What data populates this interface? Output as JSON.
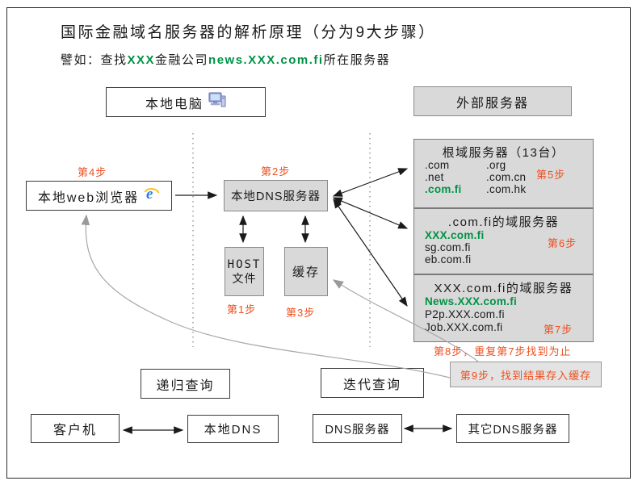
{
  "colors": {
    "accent_orange": "#ee4f1f",
    "accent_green": "#009245",
    "box_gray": "#d9d9d9"
  },
  "header": {
    "title": "国际金融域名服务器的解析原理（分为9大步骤）",
    "subtitle_prefix": "譬如：查找",
    "subtitle_highlight1": "XXX",
    "subtitle_middle": "金融公司",
    "subtitle_highlight2": "news.XXX.com.fi",
    "subtitle_suffix": "所在服务器"
  },
  "nodes": {
    "local_computer": "本地电脑",
    "external_server": "外部服务器",
    "web_browser": "本地web浏览器",
    "local_dns_server": "本地DNS服务器",
    "host_file_line1": "HOST",
    "host_file_line2": "文件",
    "cache": "缓存",
    "recursive_query": "递归查询",
    "iterative_query": "迭代查询",
    "client": "客户机",
    "local_dns": "本地DNS",
    "dns_server": "DNS服务器",
    "other_dns_server": "其它DNS服务器"
  },
  "steps": {
    "step1": "第1步",
    "step2": "第2步",
    "step3": "第3步",
    "step4": "第4步",
    "step5": "第5步",
    "step6": "第6步",
    "step7": "第7步",
    "step8": "第8步，重复第7步找到为止",
    "step9": "第9步，找到结果存入缓存"
  },
  "root_server": {
    "title": "根域服务器（13台）",
    "entries_col1": [
      ".com",
      ".net",
      ".com.fi"
    ],
    "entries_col2": [
      ".org",
      ".com.cn",
      ".com.hk"
    ]
  },
  "comfi_server": {
    "title": ".com.fi的域服务器",
    "entries": [
      "XXX.com.fi",
      "sg.com.fi",
      "eb.com.fi"
    ]
  },
  "xxx_server": {
    "title": "XXX.com.fi的域服务器",
    "entries": [
      "News.XXX.com.fi",
      "P2p.XXX.com.fi",
      "Job.XXX.com.fi"
    ]
  }
}
